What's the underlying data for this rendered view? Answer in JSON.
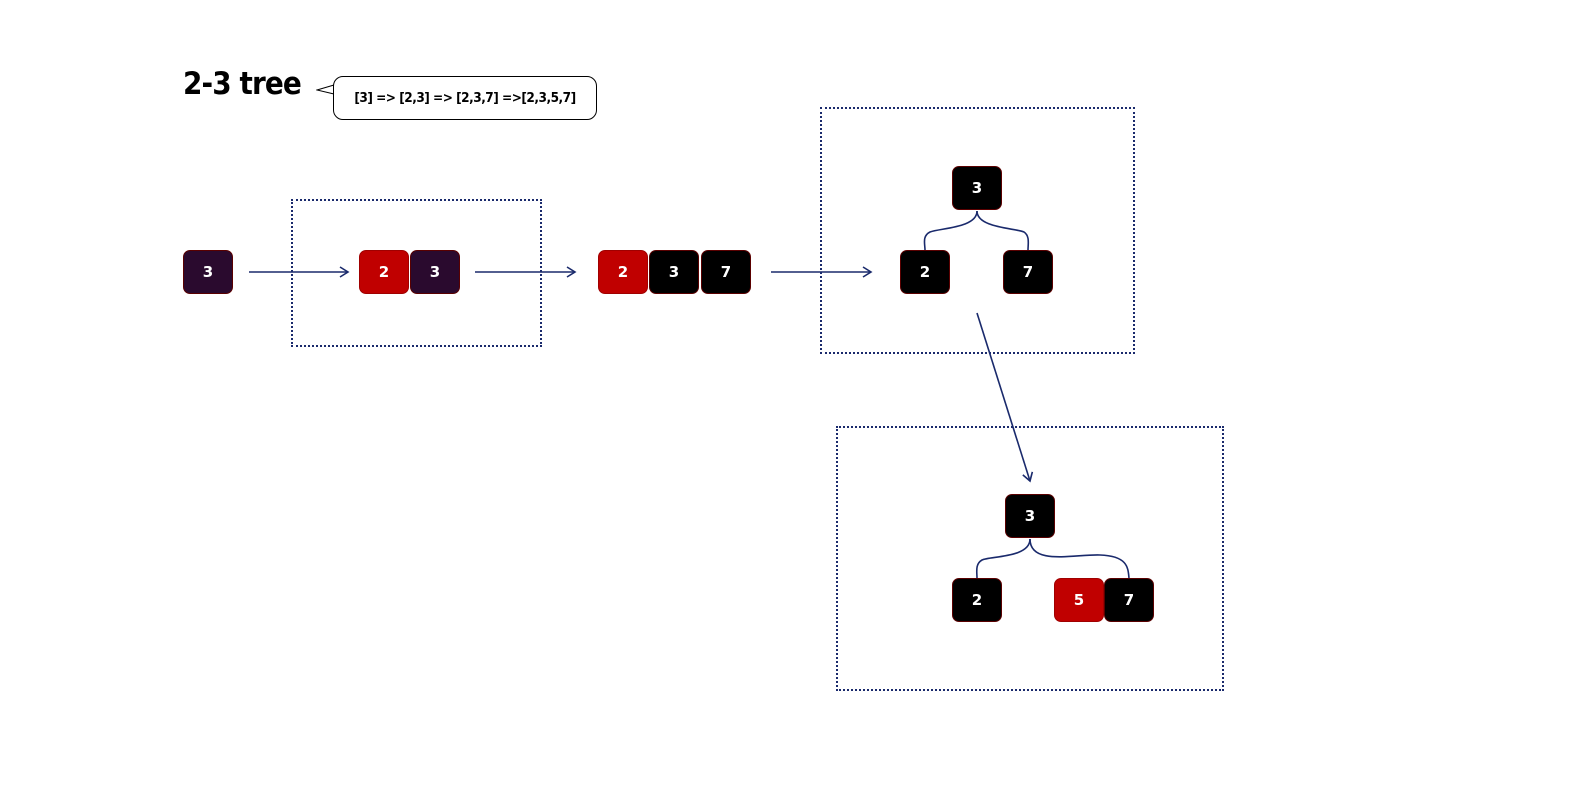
{
  "title": "2-3 tree",
  "sequence_note": "[3] => [2,3] => [2,3,7] =>[2,3,5,7]",
  "colors": {
    "black": "#000000",
    "dark": "#2a0a2e",
    "red": "#c00000",
    "edge": "#1a2a6c"
  },
  "stage1": {
    "node": "3"
  },
  "stage2": {
    "left": "2",
    "right": "3"
  },
  "stage3": {
    "a": "2",
    "b": "3",
    "c": "7"
  },
  "stage4": {
    "root": "3",
    "left": "2",
    "right": "7"
  },
  "stage5": {
    "root": "3",
    "left": "2",
    "right_a": "5",
    "right_b": "7"
  }
}
